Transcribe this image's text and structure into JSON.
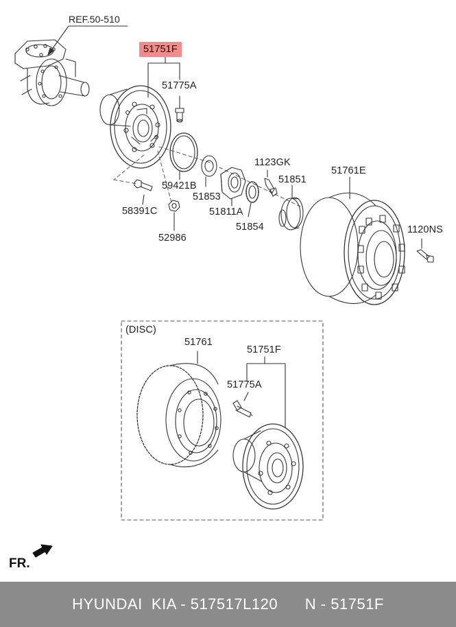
{
  "diagram": {
    "ref_label": "REF.50-510",
    "highlight_part": "51751F",
    "parts": {
      "p51775A_top": "51775A",
      "p59421B": "59421B",
      "p58391C": "58391C",
      "p52986": "52986",
      "p51853": "51853",
      "p51811A": "51811A",
      "p1123GK": "1123GK",
      "p51851": "51851",
      "p51854": "51854",
      "p51761E": "51761E",
      "p1120NS": "1120NS"
    },
    "disc_box": {
      "title": "(DISC)",
      "p51761": "51761",
      "p51751F": "51751F",
      "p51775A": "51775A"
    },
    "direction_label": "FR."
  },
  "footer": {
    "brand": "HYUNDAI  KIA - 517517L120",
    "part": "N - 51751F"
  },
  "colors": {
    "highlight": "#f08c8c",
    "footer_bg": "#8c8c8c",
    "line": "#333333"
  }
}
